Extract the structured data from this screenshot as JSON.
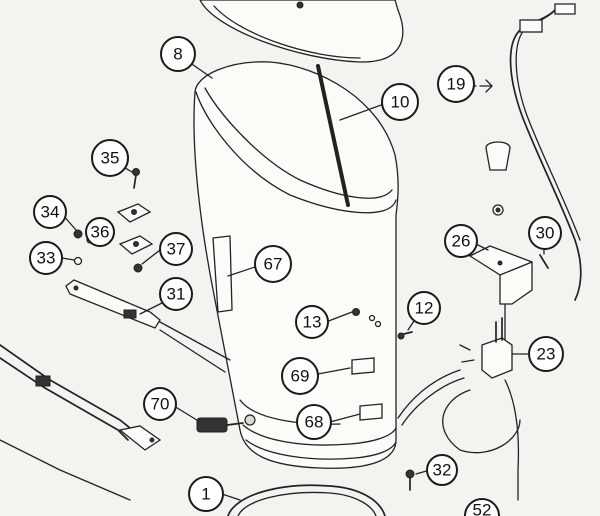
{
  "callouts": [
    {
      "id": "8",
      "label": "8"
    },
    {
      "id": "10",
      "label": "10"
    },
    {
      "id": "19",
      "label": "19"
    },
    {
      "id": "35",
      "label": "35"
    },
    {
      "id": "34",
      "label": "34"
    },
    {
      "id": "36",
      "label": "36"
    },
    {
      "id": "33",
      "label": "33"
    },
    {
      "id": "37",
      "label": "37"
    },
    {
      "id": "26",
      "label": "26"
    },
    {
      "id": "30",
      "label": "30"
    },
    {
      "id": "67",
      "label": "67"
    },
    {
      "id": "31",
      "label": "31"
    },
    {
      "id": "13",
      "label": "13"
    },
    {
      "id": "12",
      "label": "12"
    },
    {
      "id": "23",
      "label": "23"
    },
    {
      "id": "69",
      "label": "69"
    },
    {
      "id": "70",
      "label": "70"
    },
    {
      "id": "68",
      "label": "68"
    },
    {
      "id": "32",
      "label": "32"
    },
    {
      "id": "1",
      "label": "1"
    },
    {
      "id": "52",
      "label": "52"
    }
  ]
}
